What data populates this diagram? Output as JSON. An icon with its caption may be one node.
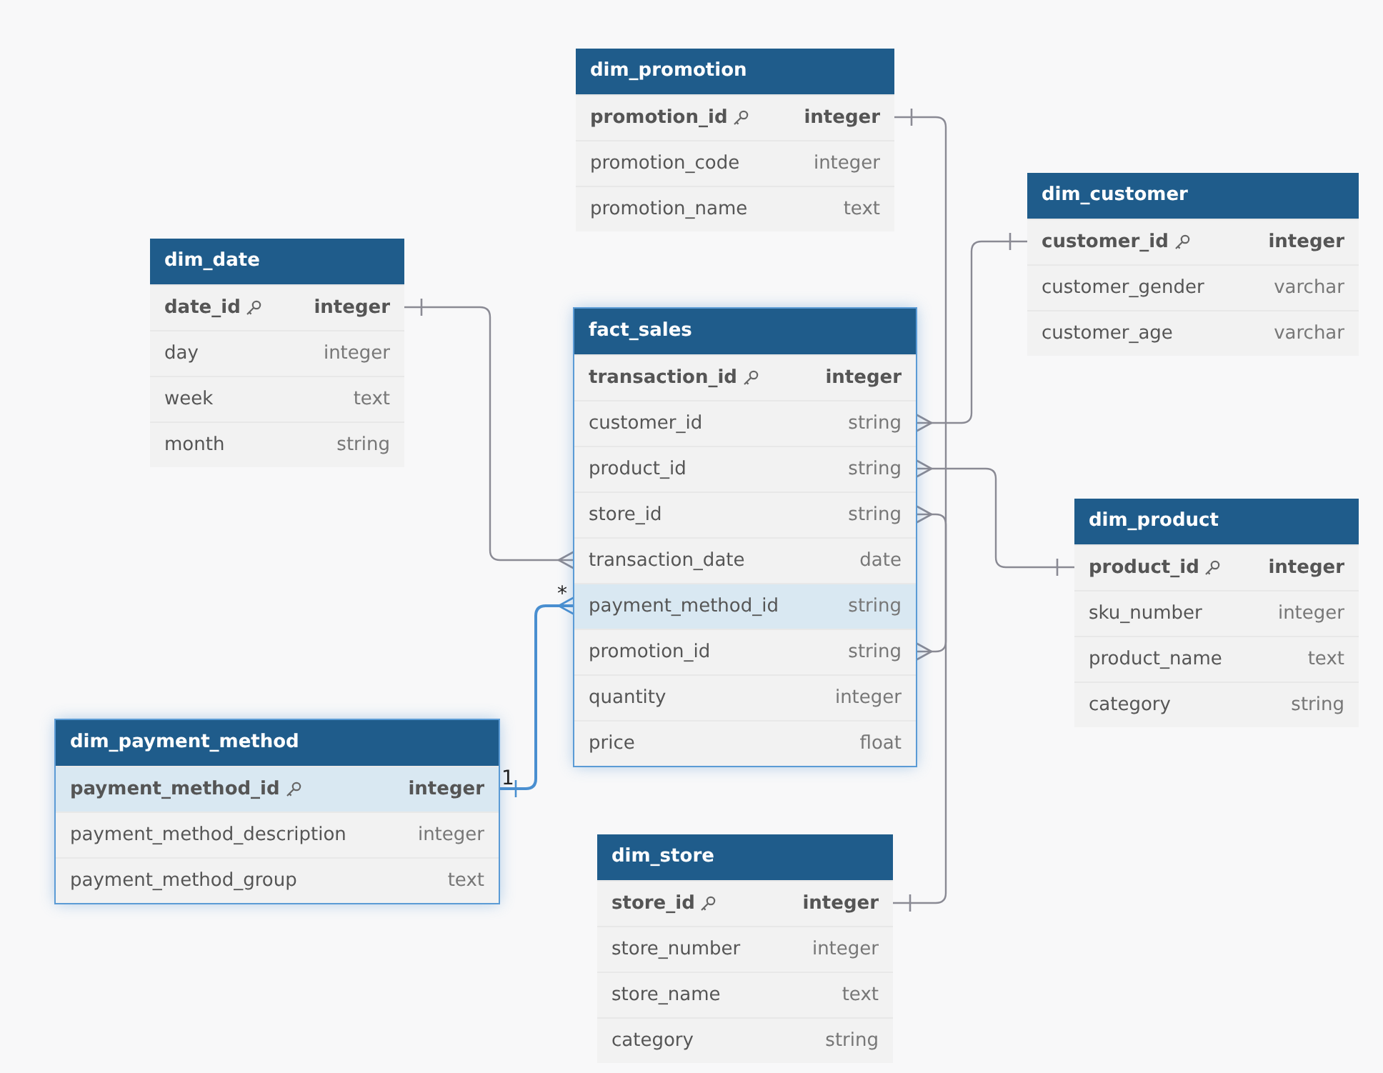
{
  "diagram": {
    "nodes": [
      {
        "text": [
          "dim_promotion"
        ]
      },
      {
        "text": [
          "promotion_id",
          "integer"
        ],
        "in": 0
      },
      {
        "text": [
          "promotion_code",
          "integer"
        ],
        "in": 0
      },
      {
        "text": [
          "promotion_name",
          "text"
        ],
        "in": 0
      },
      {
        "text": [
          "dim_customer"
        ]
      },
      {
        "text": [
          "customer_id",
          "integer"
        ],
        "in": 4
      },
      {
        "text": [
          "customer_gender",
          "varchar"
        ],
        "in": 4
      },
      {
        "text": [
          "customer_age",
          "varchar"
        ],
        "in": 4
      },
      {
        "text": [
          "dim_date"
        ]
      },
      {
        "text": [
          "date_id",
          "integer"
        ],
        "in": 8
      },
      {
        "text": [
          "day",
          "integer"
        ],
        "in": 8
      },
      {
        "text": [
          "week",
          "text"
        ],
        "in": 8
      },
      {
        "text": [
          "month",
          "string"
        ],
        "in": 8
      },
      {
        "text": [
          "fact_sales"
        ]
      },
      {
        "text": [
          "transaction_id",
          "integer"
        ],
        "in": 13
      },
      {
        "text": [
          "customer_id",
          "string"
        ],
        "in": 13
      },
      {
        "text": [
          "product_id",
          "string"
        ],
        "in": 13
      },
      {
        "text": [
          "store_id",
          "string"
        ],
        "in": 13
      },
      {
        "text": [
          "transaction_date",
          "date"
        ],
        "in": 13
      },
      {
        "text": [
          "payment_method_id",
          "string"
        ],
        "in": 13
      },
      {
        "text": [
          "promotion_id",
          "string"
        ],
        "in": 13
      },
      {
        "text": [
          "quantity",
          "integer"
        ],
        "in": 13
      },
      {
        "text": [
          "price",
          "float"
        ],
        "in": 13
      },
      {
        "text": [
          "dim_product"
        ]
      },
      {
        "text": [
          "product_id",
          "integer"
        ],
        "in": 23
      },
      {
        "text": [
          "sku_number",
          "integer"
        ],
        "in": 23
      },
      {
        "text": [
          "product_name",
          "text"
        ],
        "in": 23
      },
      {
        "text": [
          "category",
          "string"
        ],
        "in": 23
      },
      {
        "text": [
          "dim_payment_method"
        ]
      },
      {
        "text": [
          "payment_method_id",
          "integer"
        ],
        "in": 28
      },
      {
        "text": [
          "payment_method_description",
          "integer"
        ],
        "in": 28
      },
      {
        "text": [
          "payment_method_group",
          "text"
        ],
        "in": 28
      },
      {
        "text": [
          "dim_store"
        ]
      },
      {
        "text": [
          "store_id",
          "integer"
        ],
        "in": 32
      },
      {
        "text": [
          "store_number",
          "integer"
        ],
        "in": 32
      },
      {
        "text": [
          "store_name",
          "text"
        ],
        "in": 32
      },
      {
        "text": [
          "category",
          "string"
        ],
        "in": 32
      }
    ],
    "edges": [
      {
        "from": 1,
        "to": 20,
        "arrow": "other"
      },
      {
        "from": 5,
        "to": 15,
        "arrow": "other"
      },
      {
        "from": 24,
        "to": 16,
        "arrow": "other"
      },
      {
        "from": 33,
        "to": 17,
        "arrow": "other"
      },
      {
        "from": 9,
        "to": 18,
        "arrow": "other"
      },
      {
        "from": 29,
        "to": 19,
        "arrow": "other",
        "color": "#4a8fd0"
      }
    ],
    "labels": [
      "*",
      "1"
    ]
  }
}
